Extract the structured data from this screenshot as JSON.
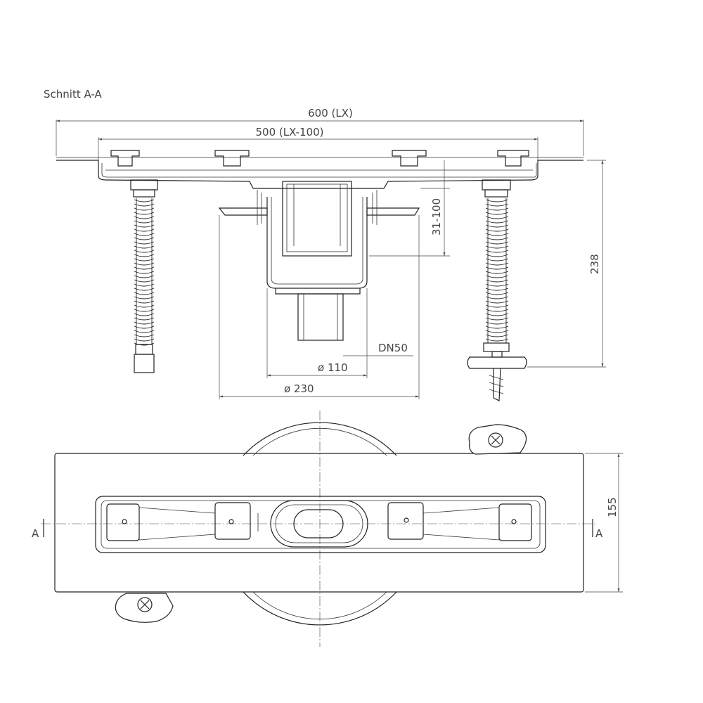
{
  "section": {
    "title": "Schnitt A-A",
    "dims": {
      "overall_width": "600 (LX)",
      "inner_width": "500 (LX-100)",
      "height_adjust": "31-100",
      "total_height": "238",
      "outlet": "DN50",
      "dia_inner": "ø 110",
      "dia_outer": "ø 230"
    }
  },
  "plan": {
    "dims": {
      "depth": "155"
    },
    "section_left": "A",
    "section_right": "A"
  }
}
